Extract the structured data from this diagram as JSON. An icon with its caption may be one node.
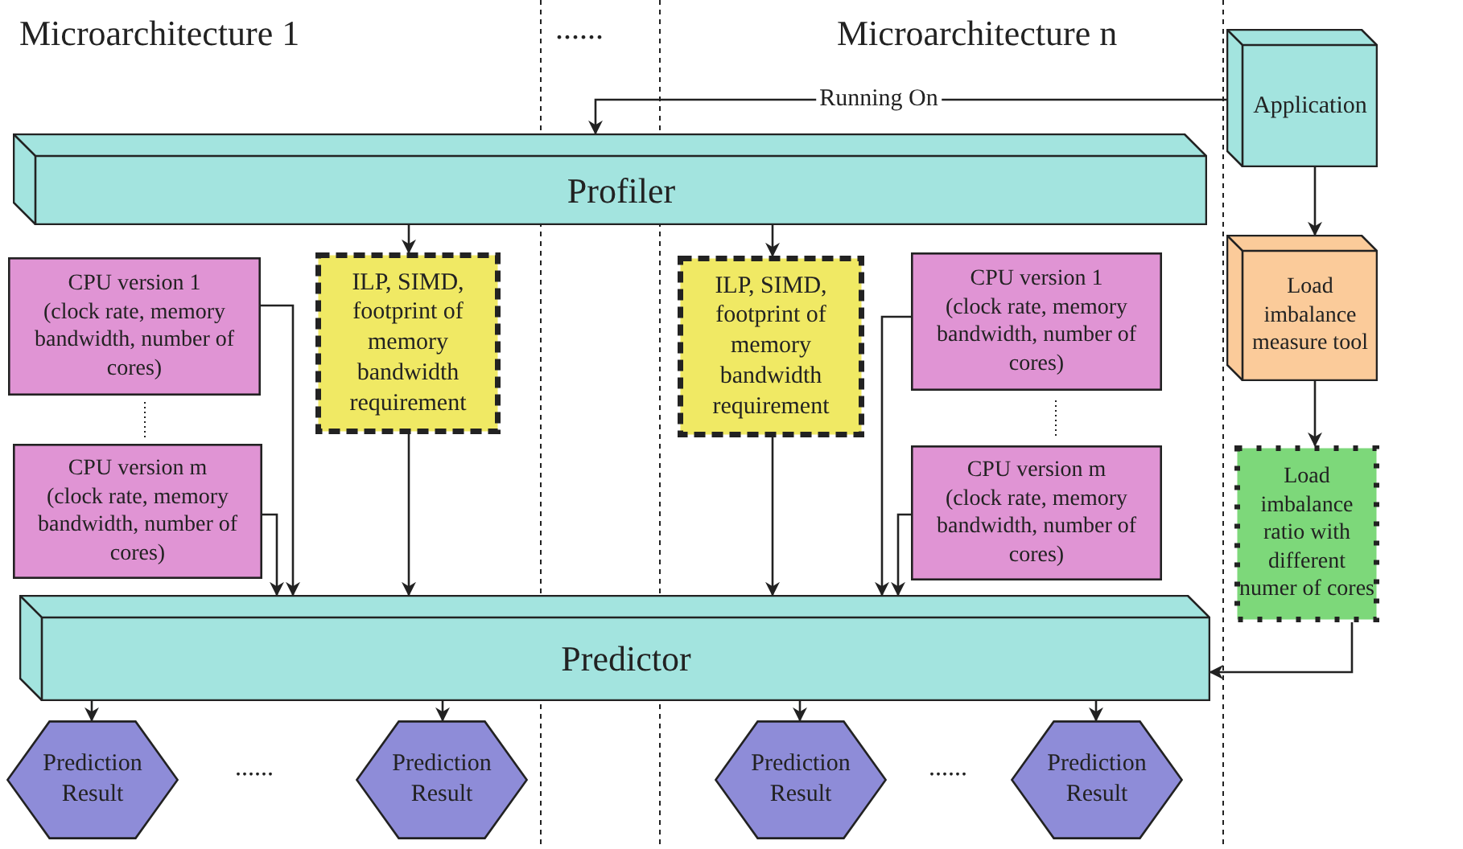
{
  "diagram": {
    "nodes": [
      {
        "text": [
          "Application"
        ]
      },
      {
        "text": [
          "Profiler"
        ]
      },
      {
        "text": [
          "CPU version 1",
          "(clock rate, memory bandwidth, number of cores)"
        ]
      },
      {
        "text": [
          "ILP, SIMD, footprint of memory bandwidth requirement"
        ]
      },
      {
        "text": [
          "CPU version m",
          "(clock rate, memory bandwidth, number of cores)"
        ]
      },
      {
        "text": [
          "ILP, SIMD, footprint of memory bandwidth requirement"
        ]
      },
      {
        "text": [
          "CPU version 1",
          "(clock rate, memory bandwidth, number of cores)"
        ]
      },
      {
        "text": [
          "CPU version m",
          "(clock rate, memory bandwidth, number of cores)"
        ]
      },
      {
        "text": [
          "Load imbalance measure tool"
        ]
      },
      {
        "text": [
          "Load imbalance ratio with different numer of cores"
        ]
      },
      {
        "text": [
          "Predictor"
        ]
      },
      {
        "text": [
          "Prediction Result"
        ]
      },
      {
        "text": [
          "Prediction Result"
        ]
      },
      {
        "text": [
          "Prediction Result"
        ]
      },
      {
        "text": [
          "Prediction Result"
        ]
      }
    ],
    "edges": [
      {
        "from": 0,
        "to": 1,
        "arrow": "to",
        "label": "Running On"
      },
      {
        "from": 1,
        "to": 3,
        "arrow": "to"
      },
      {
        "from": 1,
        "to": 5,
        "arrow": "to"
      },
      {
        "from": 2,
        "to": 10,
        "arrow": "to"
      },
      {
        "from": 4,
        "to": 10,
        "arrow": "to"
      },
      {
        "from": 3,
        "to": 10,
        "arrow": "to"
      },
      {
        "from": 5,
        "to": 10,
        "arrow": "to"
      },
      {
        "from": 6,
        "to": 10,
        "arrow": "to"
      },
      {
        "from": 7,
        "to": 10,
        "arrow": "to"
      },
      {
        "from": 0,
        "to": 8,
        "arrow": "to"
      },
      {
        "from": 8,
        "to": 9,
        "arrow": "to"
      },
      {
        "from": 9,
        "to": 10,
        "arrow": "to"
      },
      {
        "from": 10,
        "to": 11,
        "arrow": "to"
      },
      {
        "from": 10,
        "to": 12,
        "arrow": "to"
      },
      {
        "from": 10,
        "to": 13,
        "arrow": "to"
      },
      {
        "from": 10,
        "to": 14,
        "arrow": "to"
      }
    ],
    "labels": [
      "Microarchitecture 1",
      "......",
      "Microarchitecture n",
      "......",
      "......"
    ]
  }
}
